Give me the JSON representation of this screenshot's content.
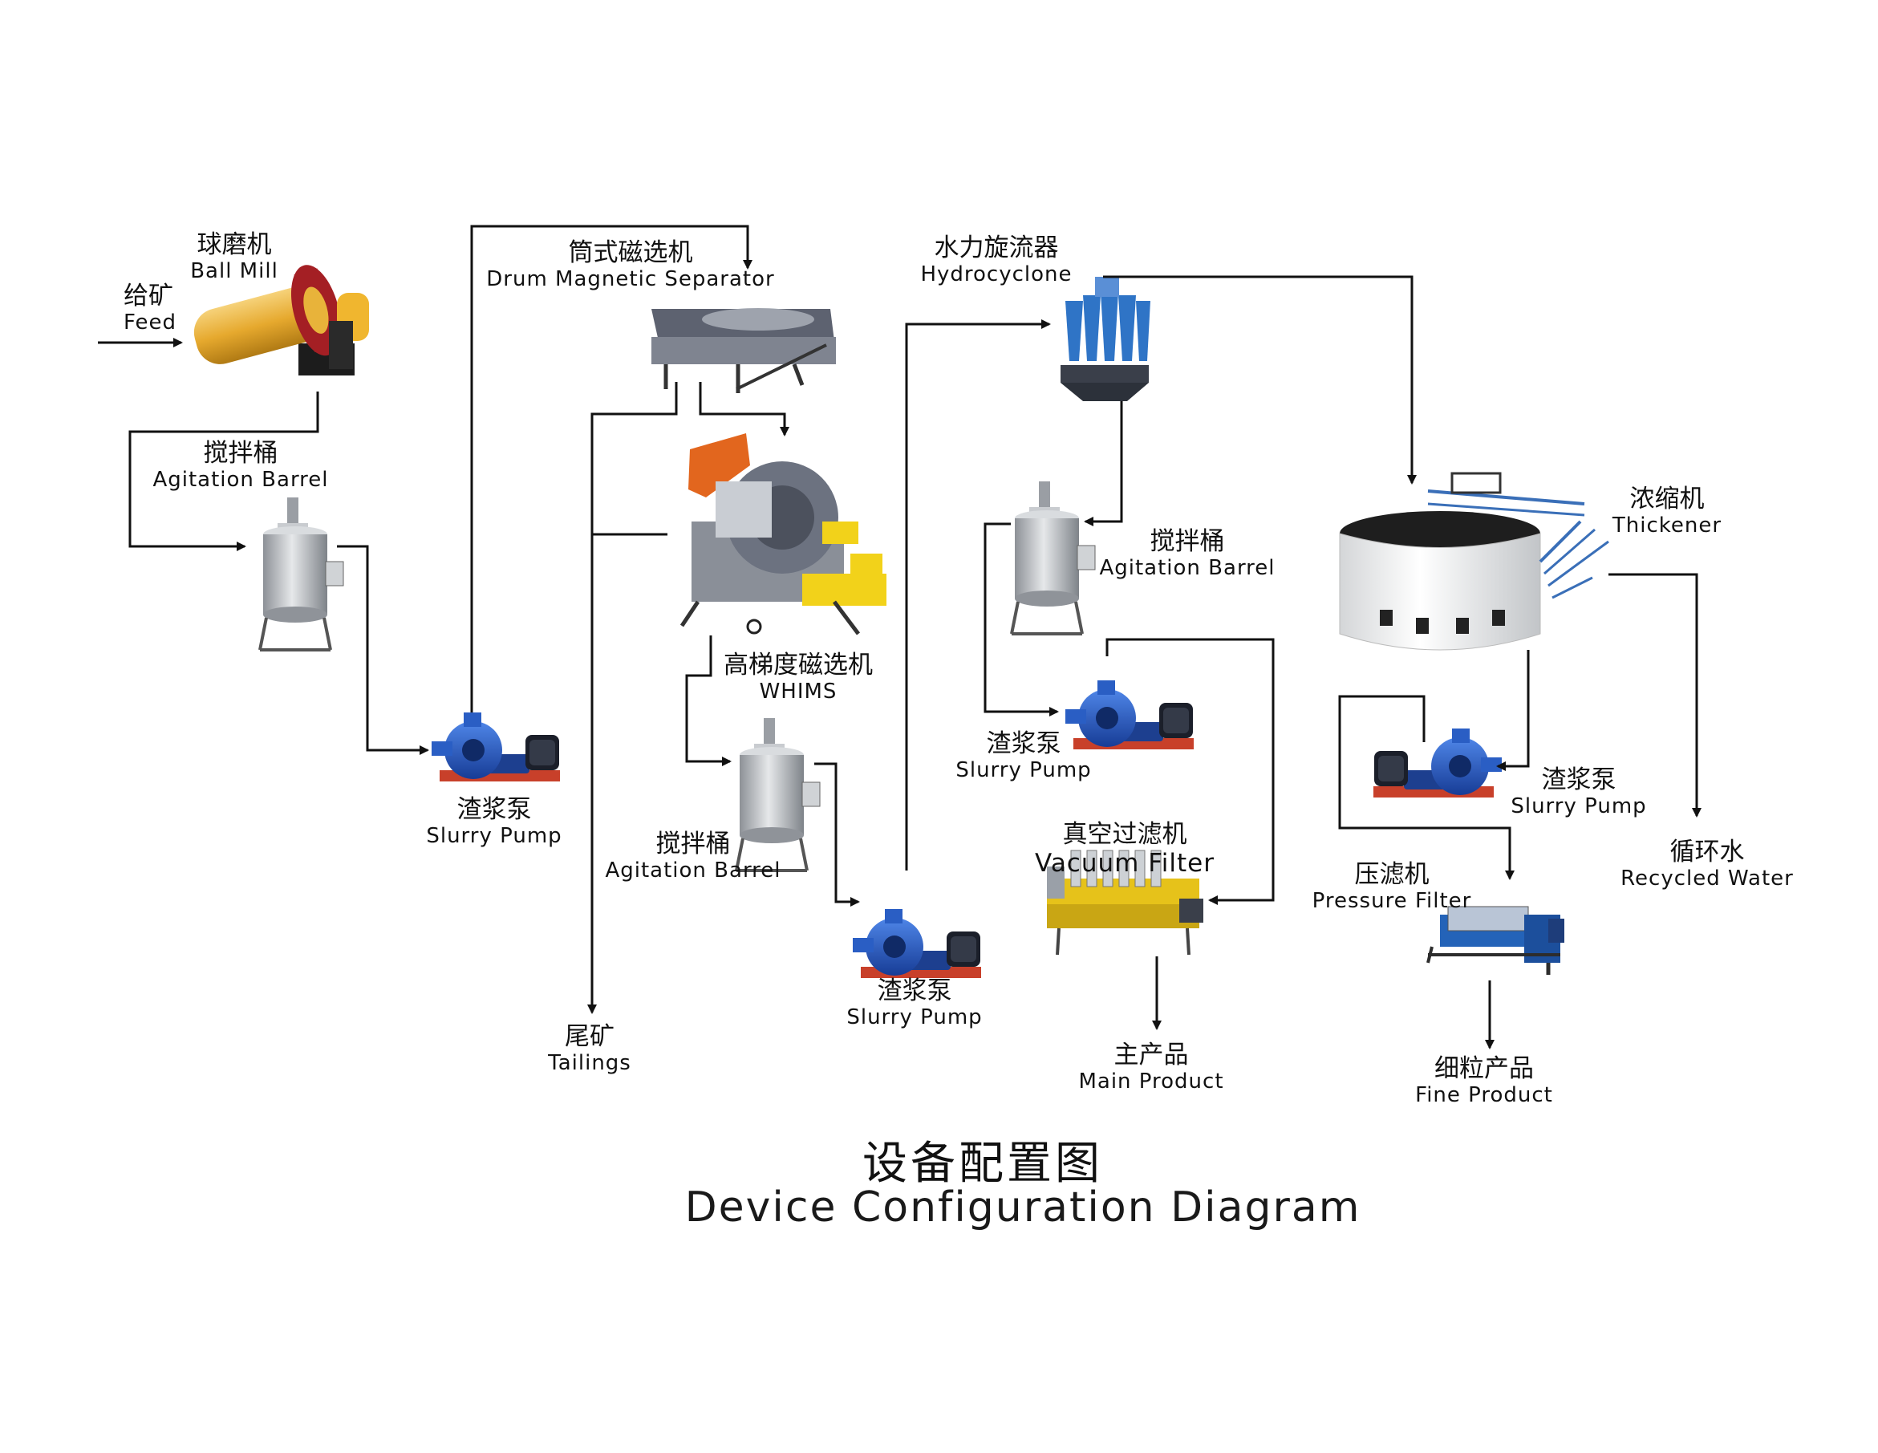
{
  "labels": {
    "feed": {
      "zh": "给矿",
      "en": "Feed"
    },
    "ball_mill": {
      "zh": "球磨机",
      "en": "Ball Mill"
    },
    "agitation_barrel_1": {
      "zh": "搅拌桶",
      "en": "Agitation Barrel"
    },
    "slurry_pump_1": {
      "zh": "渣浆泵",
      "en": "Slurry Pump"
    },
    "drum_magnetic_separator": {
      "zh": "筒式磁选机",
      "en": "Drum Magnetic Separator"
    },
    "whims": {
      "zh": "高梯度磁选机",
      "en": "WHIMS"
    },
    "agitation_barrel_2": {
      "zh": "搅拌桶",
      "en": "Agitation Barrel"
    },
    "slurry_pump_2": {
      "zh": "渣浆泵",
      "en": "Slurry Pump"
    },
    "tailings": {
      "zh": "尾矿",
      "en": "Tailings"
    },
    "hydrocyclone": {
      "zh": "水力旋流器",
      "en": "Hydrocyclone"
    },
    "agitation_barrel_3": {
      "zh": "搅拌桶",
      "en": "Agitation Barrel"
    },
    "slurry_pump_3": {
      "zh": "渣浆泵",
      "en": "Slurry Pump"
    },
    "vacuum_filter": {
      "zh": "真空过滤机",
      "en": "Vacuum Filter"
    },
    "main_product": {
      "zh": "主产品",
      "en": "Main Product"
    },
    "thickener": {
      "zh": "浓缩机",
      "en": "Thickener"
    },
    "slurry_pump_4": {
      "zh": "渣浆泵",
      "en": "Slurry Pump"
    },
    "pressure_filter": {
      "zh": "压滤机",
      "en": "Pressure Filter"
    },
    "fine_product": {
      "zh": "细粒产品",
      "en": "Fine Product"
    },
    "recycled_water": {
      "zh": "循环水",
      "en": "Recycled Water"
    }
  },
  "title": {
    "zh": "设备配置图",
    "en": "Device Configuration Diagram"
  },
  "colors": {
    "line": "#111111",
    "mill_shell": "#e8b33a",
    "mill_red": "#c8262b",
    "pump_blue": "#1e4fb5",
    "pump_base": "#c8402a",
    "steel": "#b8bcc2",
    "whims_orange": "#e2661e",
    "whims_yellow": "#f2d21a",
    "hydro_blue": "#2f74c6",
    "filter_yellow": "#e6c21a",
    "pf_blue": "#2463b8"
  }
}
